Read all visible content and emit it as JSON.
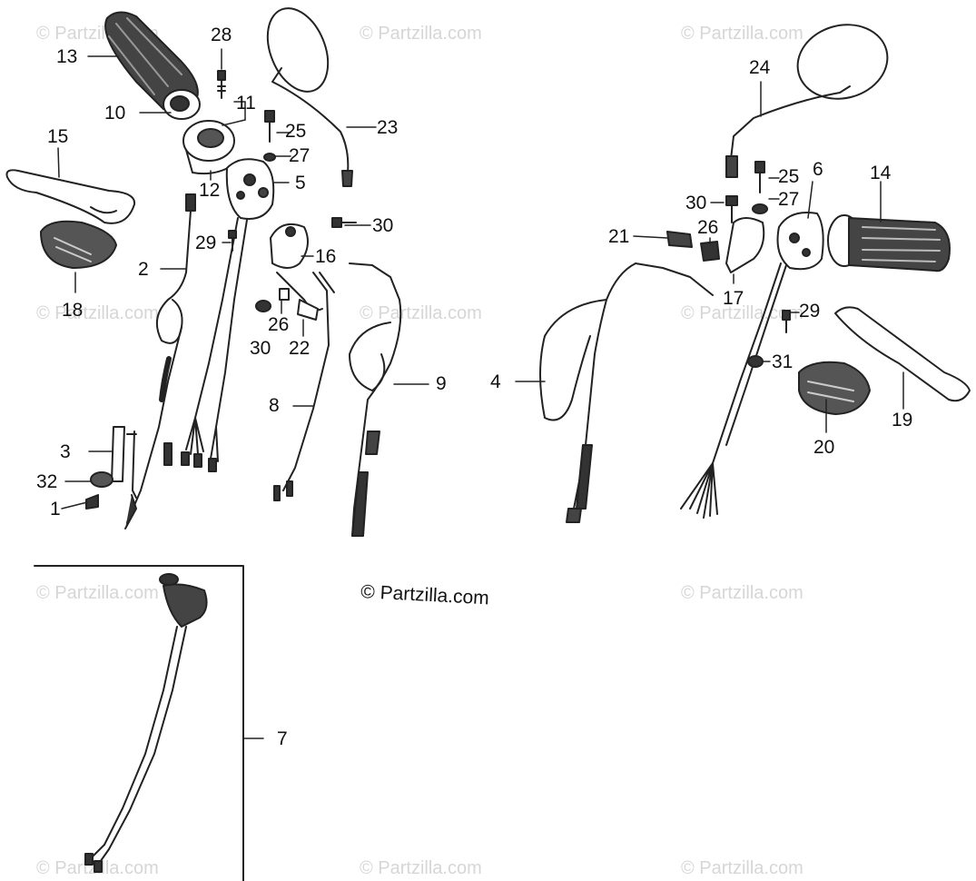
{
  "copyright": "© Partzilla.com",
  "watermark": "© Partzilla.com",
  "callouts": {
    "c1": "1",
    "c2": "2",
    "c3": "3",
    "c4": "4",
    "c5": "5",
    "c6": "6",
    "c7": "7",
    "c8": "8",
    "c9": "9",
    "c10": "10",
    "c11": "11",
    "c12": "12",
    "c13": "13",
    "c14": "14",
    "c15": "15",
    "c16": "16",
    "c17": "17",
    "c18": "18",
    "c19": "19",
    "c20": "20",
    "c21": "21",
    "c22": "22",
    "c23": "23",
    "c24": "24",
    "c25a": "25",
    "c25b": "25",
    "c26a": "26",
    "c26b": "26",
    "c27a": "27",
    "c27b": "27",
    "c28": "28",
    "c29a": "29",
    "c29b": "29",
    "c30a": "30",
    "c30b": "30",
    "c30c": "30",
    "c31": "31",
    "c32": "32"
  }
}
